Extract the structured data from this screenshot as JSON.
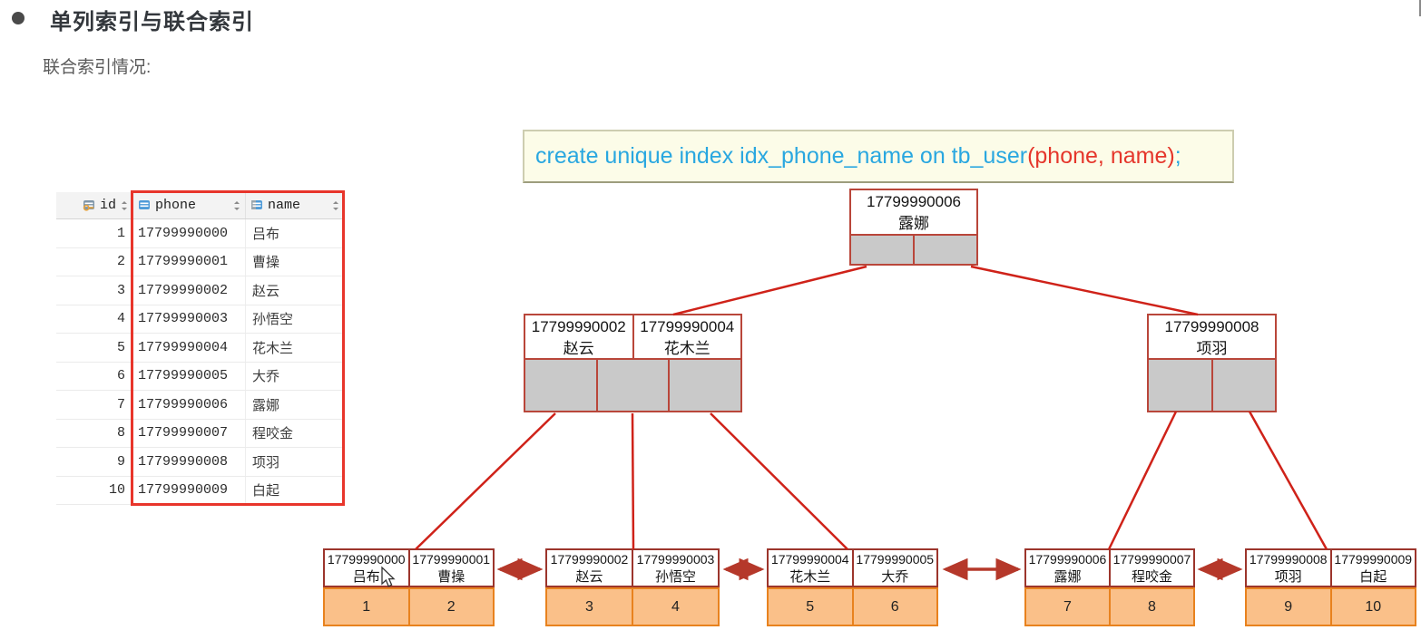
{
  "title": {
    "text": "单列索引与联合索引"
  },
  "subtitle": "联合索引情况:",
  "sql": {
    "part1": "create unique index idx_phone_name on tb_user",
    "highlight": "(phone, name)",
    "part2": ";"
  },
  "table": {
    "columns": [
      {
        "label": "id",
        "icon": "key-column-icon"
      },
      {
        "label": "phone",
        "icon": "table-column-icon"
      },
      {
        "label": "name",
        "icon": "table-column-icon"
      }
    ],
    "rows": [
      {
        "id": "1",
        "phone": "17799990000",
        "name": "吕布"
      },
      {
        "id": "2",
        "phone": "17799990001",
        "name": "曹操"
      },
      {
        "id": "3",
        "phone": "17799990002",
        "name": "赵云"
      },
      {
        "id": "4",
        "phone": "17799990003",
        "name": "孙悟空"
      },
      {
        "id": "5",
        "phone": "17799990004",
        "name": "花木兰"
      },
      {
        "id": "6",
        "phone": "17799990005",
        "name": "大乔"
      },
      {
        "id": "7",
        "phone": "17799990006",
        "name": "露娜"
      },
      {
        "id": "8",
        "phone": "17799990007",
        "name": "程咬金"
      },
      {
        "id": "9",
        "phone": "17799990008",
        "name": "项羽"
      },
      {
        "id": "10",
        "phone": "17799990009",
        "name": "白起"
      }
    ]
  },
  "tree": {
    "root": {
      "phone": "17799990006",
      "name": "露娜"
    },
    "internal_left": {
      "key1": {
        "phone": "17799990002",
        "name": "赵云"
      },
      "key2": {
        "phone": "17799990004",
        "name": "花木兰"
      }
    },
    "internal_right": {
      "key1": {
        "phone": "17799990008",
        "name": "项羽"
      }
    },
    "leaves": [
      {
        "e1": {
          "phone": "17799990000",
          "name": "吕布"
        },
        "e2": {
          "phone": "17799990001",
          "name": "曹操"
        },
        "id1": "1",
        "id2": "2"
      },
      {
        "e1": {
          "phone": "17799990002",
          "name": "赵云"
        },
        "e2": {
          "phone": "17799990003",
          "name": "孙悟空"
        },
        "id1": "3",
        "id2": "4"
      },
      {
        "e1": {
          "phone": "17799990004",
          "name": "花木兰"
        },
        "e2": {
          "phone": "17799990005",
          "name": "大乔"
        },
        "id1": "5",
        "id2": "6"
      },
      {
        "e1": {
          "phone": "17799990006",
          "name": "露娜"
        },
        "e2": {
          "phone": "17799990007",
          "name": "程咬金"
        },
        "id1": "7",
        "id2": "8"
      },
      {
        "e1": {
          "phone": "17799990008",
          "name": "项羽"
        },
        "e2": {
          "phone": "17799990009",
          "name": "白起"
        },
        "id1": "9",
        "id2": "10"
      }
    ]
  },
  "colors": {
    "node_border": "#b9463a",
    "leaf_key_border": "#9c352c",
    "pointer_fill": "#c9c9c9",
    "orange_fill": "#fac089",
    "orange_border": "#e8821e",
    "line_red": "#cf2219",
    "arrow_red": "#b5382a",
    "highlight_box_red": "#e8352b",
    "sql_blue": "#29a7e0",
    "sql_red": "#e5362b"
  }
}
